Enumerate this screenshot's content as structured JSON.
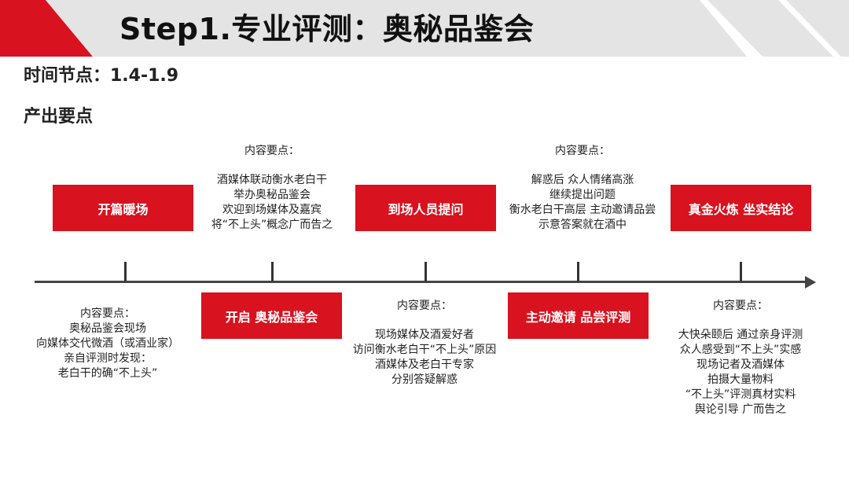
{
  "title": "Step1.专业评测：奥秘品鉴会",
  "time_node": "时间节点：1.4-1.9",
  "output_points": "产出要点",
  "colors": {
    "accent": "#d8121f",
    "axis": "#444444"
  },
  "boxes": [
    "开篇暖场",
    "到场人员提问",
    "真金火炼 坐实结论",
    "开启 奥秘品鉴会",
    "主动邀请 品尝评测"
  ],
  "notes": {
    "n1": {
      "head": "内容要点：",
      "lines": [
        "奥秘品鉴会现场",
        "向媒体交代微酒（或酒业家）",
        "亲自评测时发现：",
        "老白干的确“不上头”"
      ]
    },
    "n2": {
      "head": "内容要点：",
      "lines": [
        "酒媒体联动衡水老白干",
        "举办奥秘品鉴会",
        "欢迎到场媒体及嘉宾",
        "将“不上头”概念广而告之"
      ]
    },
    "n3": {
      "head": "内容要点：",
      "lines": [
        "现场媒体及酒爱好者",
        "访问衡水老白干“不上头”原因",
        "酒媒体及老白干专家",
        "分别答疑解惑"
      ]
    },
    "n4": {
      "head": "内容要点：",
      "lines": [
        "解惑后 众人情绪高涨",
        "继续提出问题",
        "衡水老白干高层 主动邀请品尝",
        "示意答案就在酒中"
      ]
    },
    "n5": {
      "head": "内容要点：",
      "lines": [
        "大快朵颐后 通过亲身评测",
        "众人感受到“不上头”实感",
        "现场记者及酒媒体",
        "拍摄大量物料",
        "“不上头”评测真材实料",
        "舆论引导 广而告之"
      ]
    }
  }
}
